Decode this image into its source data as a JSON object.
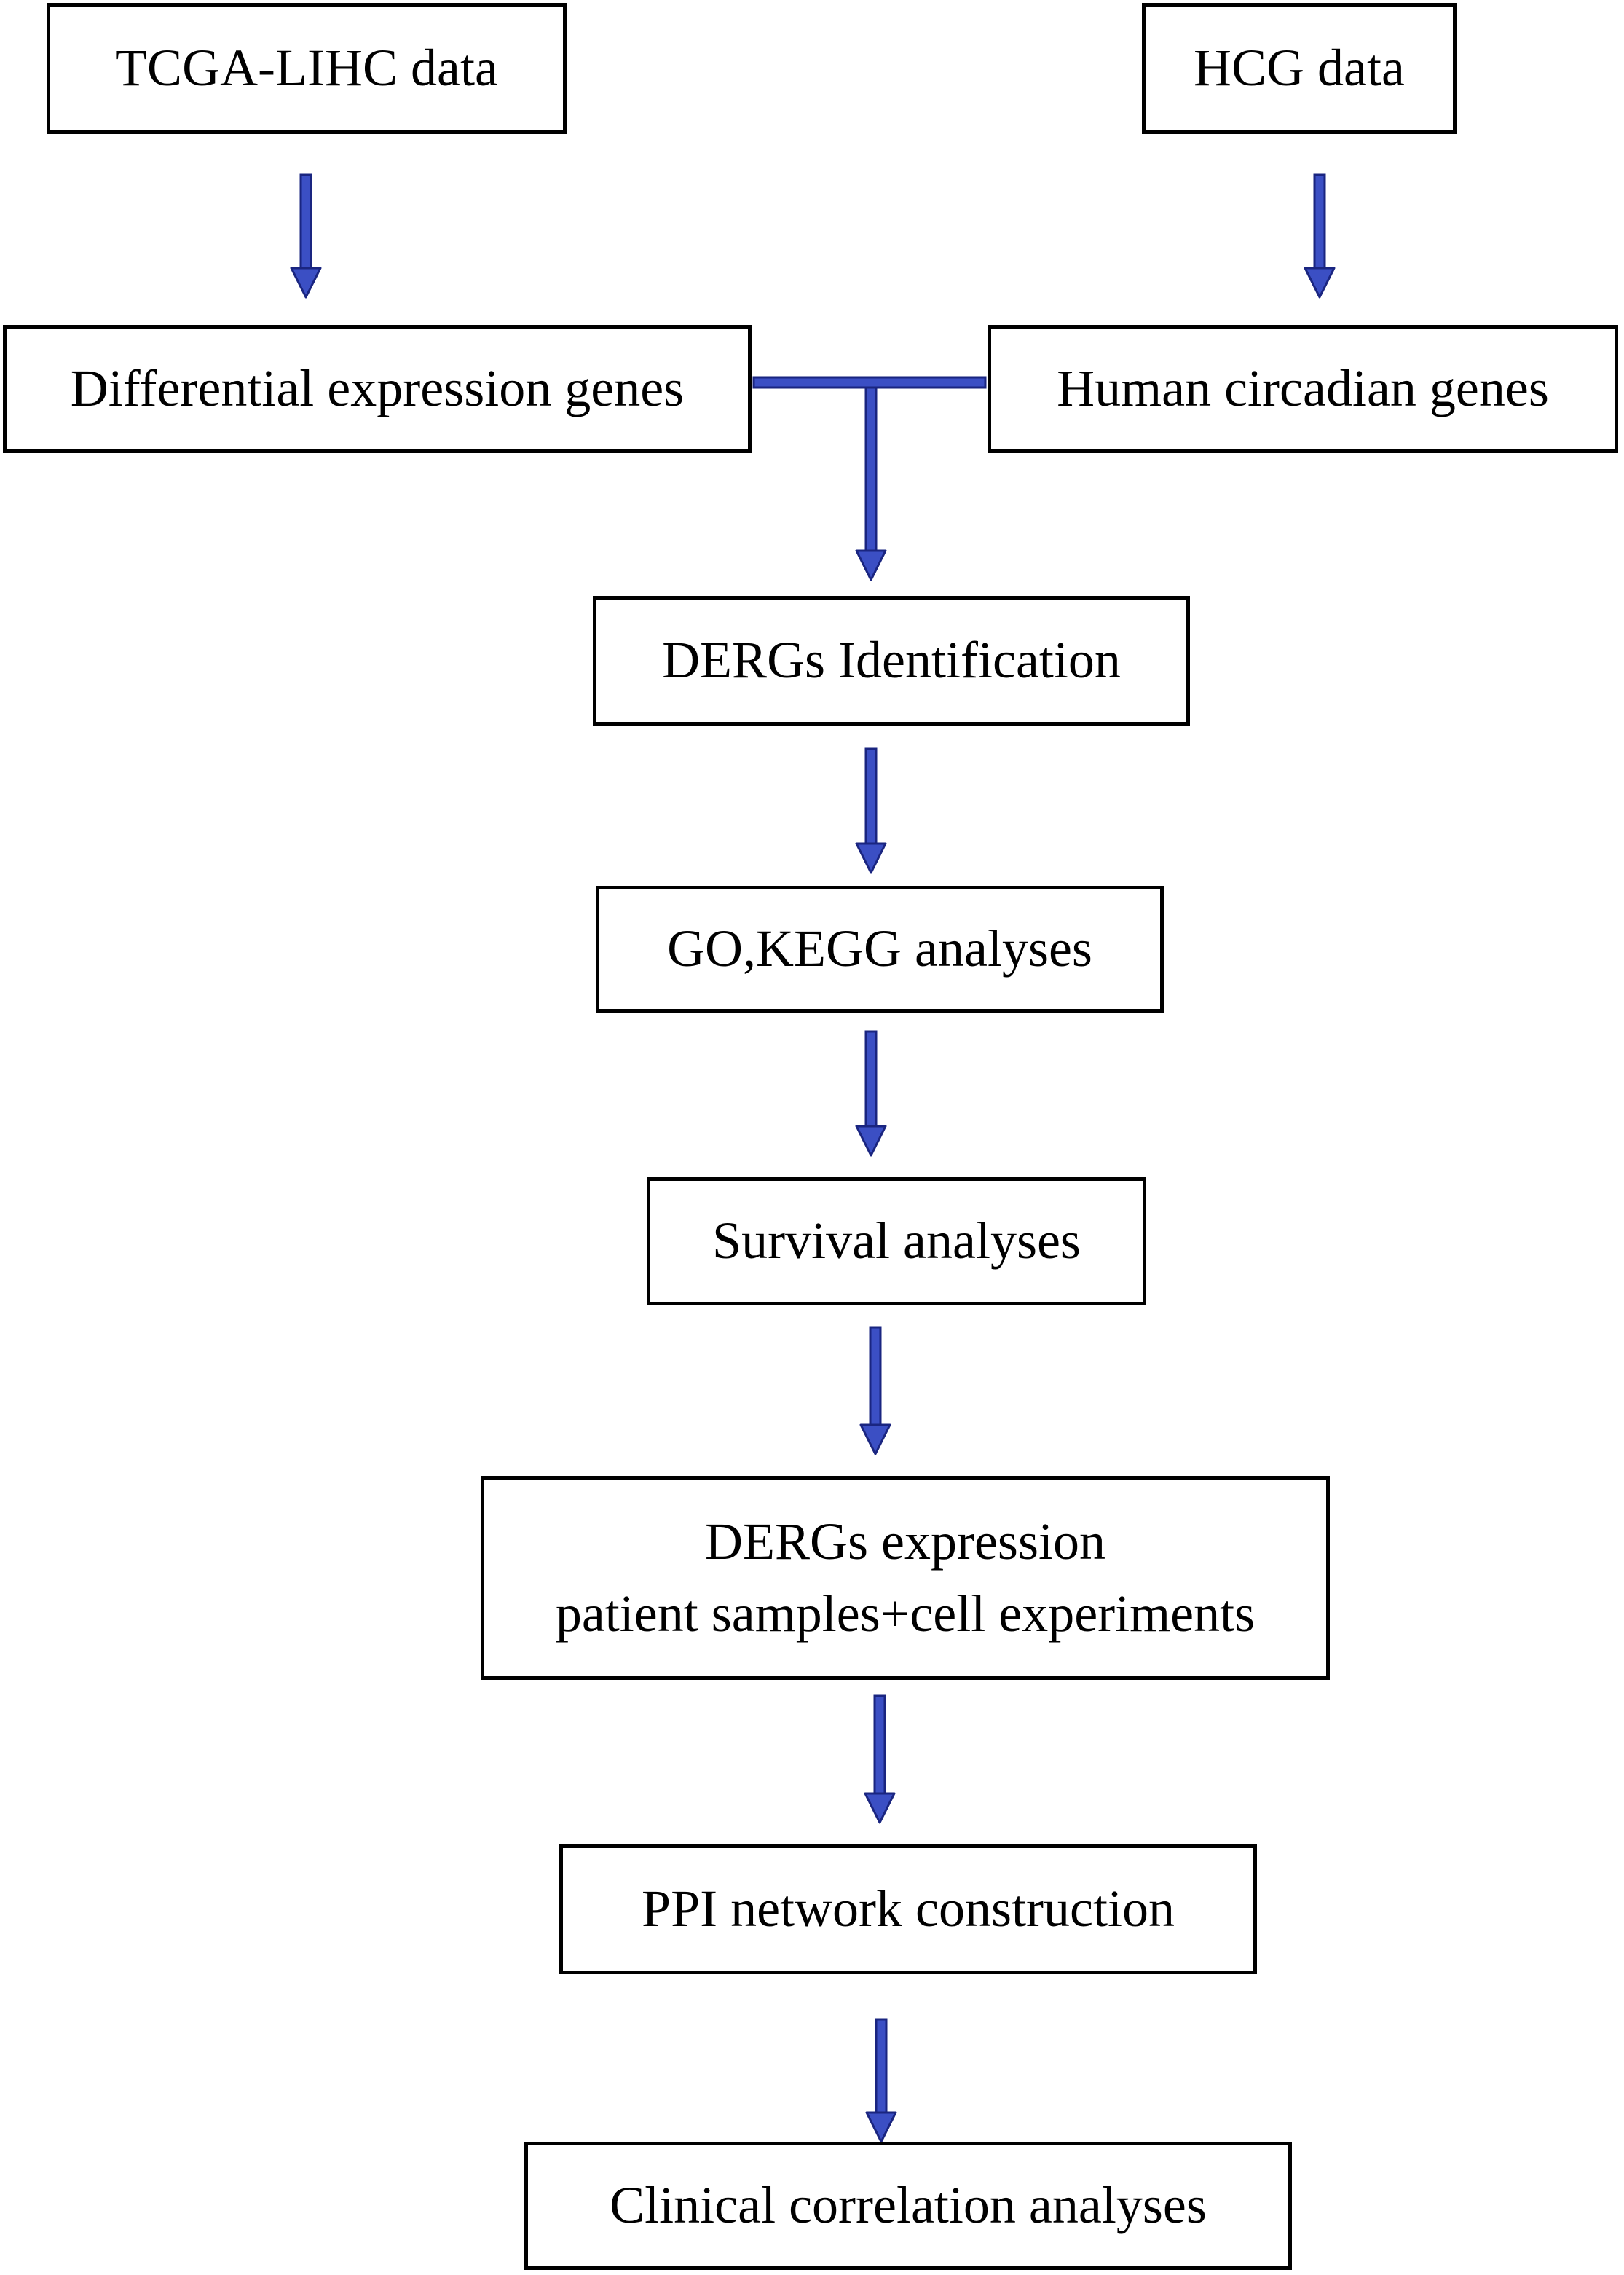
{
  "colors": {
    "box_border": "#000000",
    "arrow_fill": "#3b4fc4",
    "arrow_outline": "#1a2580",
    "text": "#000000",
    "background": "#ffffff"
  },
  "nodes": {
    "tcga": {
      "text": "TCGA-LIHC data"
    },
    "hcg": {
      "text": "HCG data"
    },
    "deg": {
      "text": "Differential expression genes"
    },
    "hcgenes": {
      "text": "Human circadian genes"
    },
    "dergs_id": {
      "text": "DERGs Identification"
    },
    "go_kegg": {
      "text": "GO,KEGG analyses"
    },
    "survival": {
      "text": "Survival analyses"
    },
    "dergs_expr": {
      "line1": "DERGs expression",
      "line2": "patient samples+cell experiments"
    },
    "ppi": {
      "text": "PPI network construction"
    },
    "clinical": {
      "text": "Clinical correlation analyses"
    }
  }
}
